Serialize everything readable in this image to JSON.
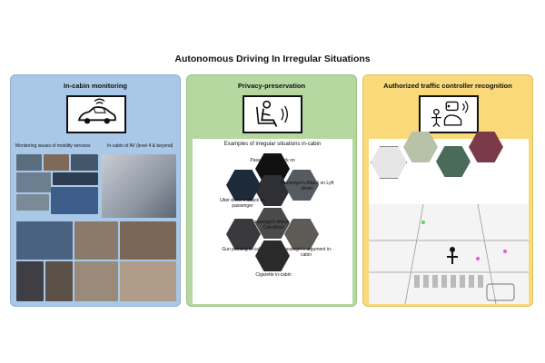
{
  "title": "Autonomous Driving In Irregular Situations",
  "panels": {
    "cabin": {
      "title": "In-cabin monitoring",
      "label_left": "Monitoring issues of mobility services",
      "label_right": "In-cabin of AV (level 4 & beyond)",
      "color": "#a9c8e8"
    },
    "privacy": {
      "title": "Privacy-preservation",
      "subtitle": "Examples of irregular situations in-cabin",
      "color": "#b5d8a0",
      "hex_labels": [
        "Passenger's Attack on Uber driver",
        "Uber driver's attack on passenger",
        "Passenger's Attack on Lyft driver",
        "Passenger's Attack on Cab driver",
        "Gun pointing in-cabin",
        "Passenger's argument in-cabin",
        "Cigarette in-cabin"
      ]
    },
    "traffic": {
      "title": "Authorized traffic controller recognition",
      "color": "#fad97a"
    }
  }
}
